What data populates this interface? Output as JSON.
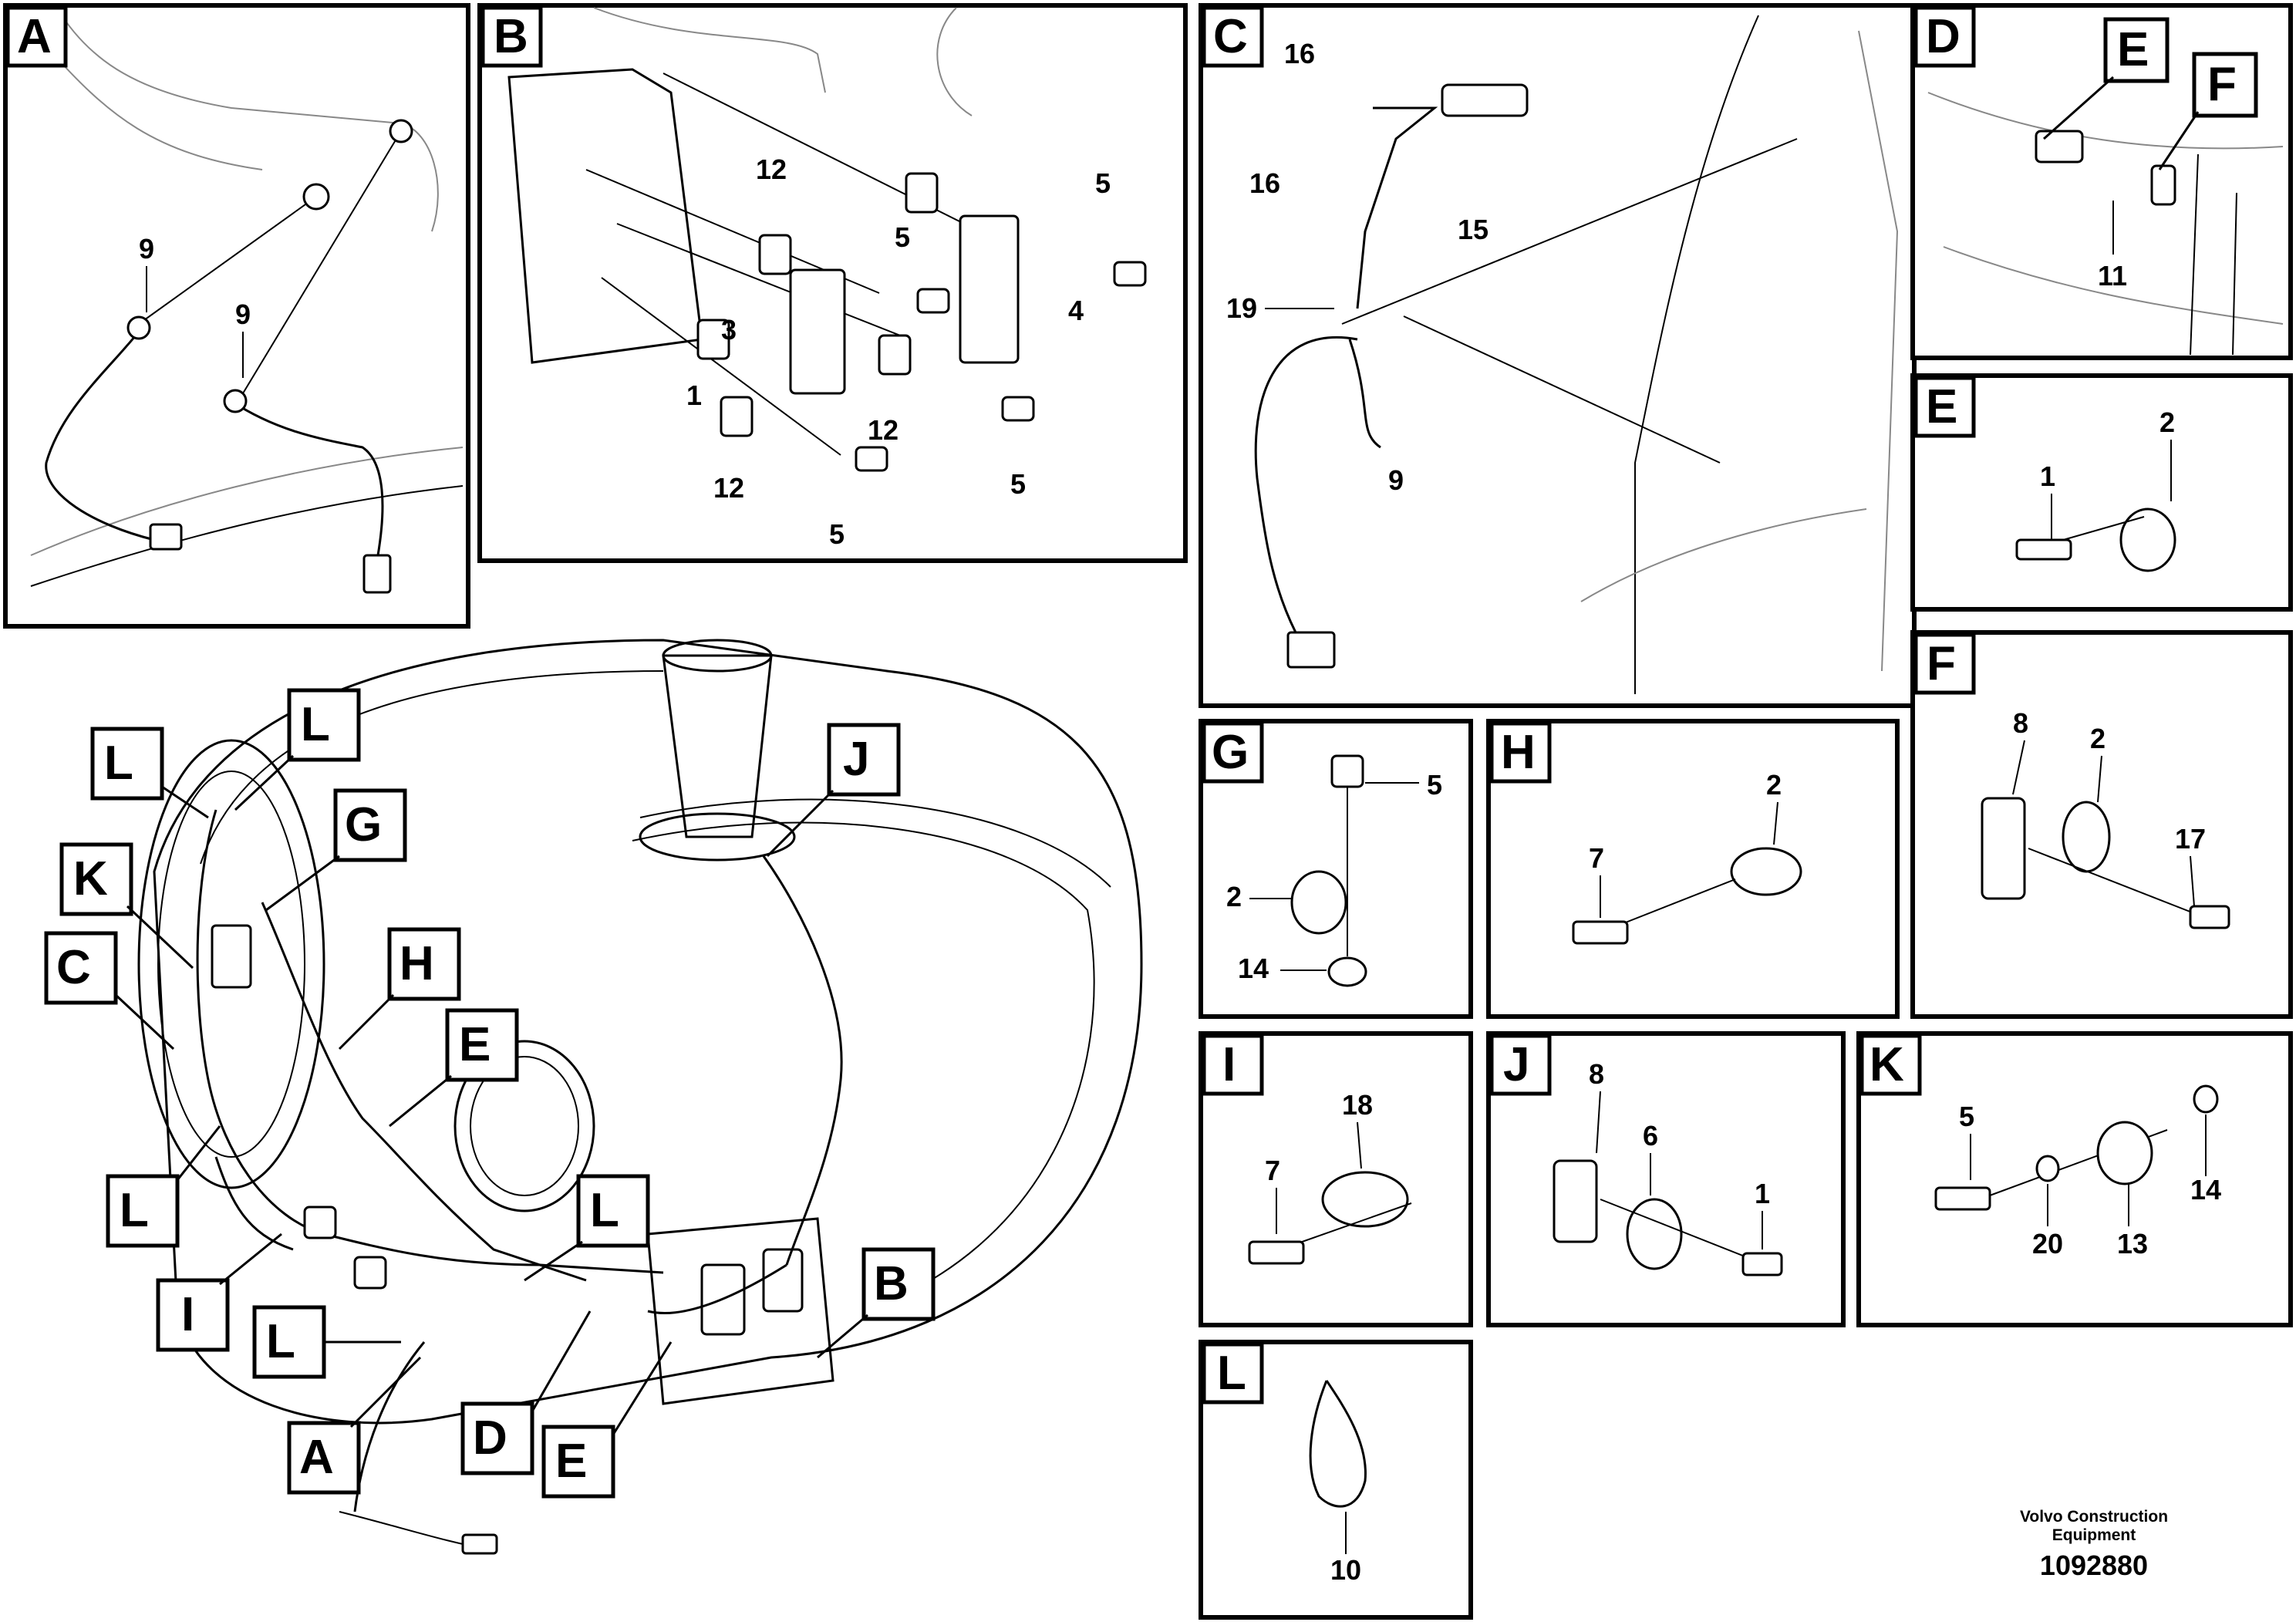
{
  "panels": {
    "A": {
      "letter": "A",
      "callouts": [
        "9",
        "9"
      ]
    },
    "B": {
      "letter": "B",
      "callouts": [
        "12",
        "5",
        "5",
        "4",
        "3",
        "1",
        "12",
        "12",
        "5",
        "5"
      ]
    },
    "C": {
      "letter": "C",
      "callouts": [
        "16",
        "16",
        "15",
        "19",
        "9"
      ]
    },
    "D": {
      "letter": "D",
      "sub_e": "E",
      "sub_f": "F",
      "callouts": [
        "11"
      ]
    },
    "E": {
      "letter": "E",
      "callouts": [
        "2",
        "1"
      ]
    },
    "F": {
      "letter": "F",
      "callouts": [
        "8",
        "2",
        "17"
      ]
    },
    "G": {
      "letter": "G",
      "callouts": [
        "5",
        "2",
        "14"
      ]
    },
    "H": {
      "letter": "H",
      "callouts": [
        "2",
        "7"
      ]
    },
    "I": {
      "letter": "I",
      "callouts": [
        "18",
        "7"
      ]
    },
    "J": {
      "letter": "J",
      "callouts": [
        "8",
        "6",
        "1"
      ]
    },
    "K": {
      "letter": "K",
      "callouts": [
        "5",
        "14",
        "20",
        "13"
      ]
    },
    "L": {
      "letter": "L",
      "callouts": [
        "10"
      ]
    }
  },
  "overview_tags": [
    "L",
    "L",
    "K",
    "G",
    "C",
    "H",
    "E",
    "J",
    "L",
    "L",
    "I",
    "L",
    "B",
    "A",
    "D",
    "E"
  ],
  "footer": {
    "brand_line1": "Volvo Construction",
    "brand_line2": "Equipment",
    "code": "1092880"
  }
}
